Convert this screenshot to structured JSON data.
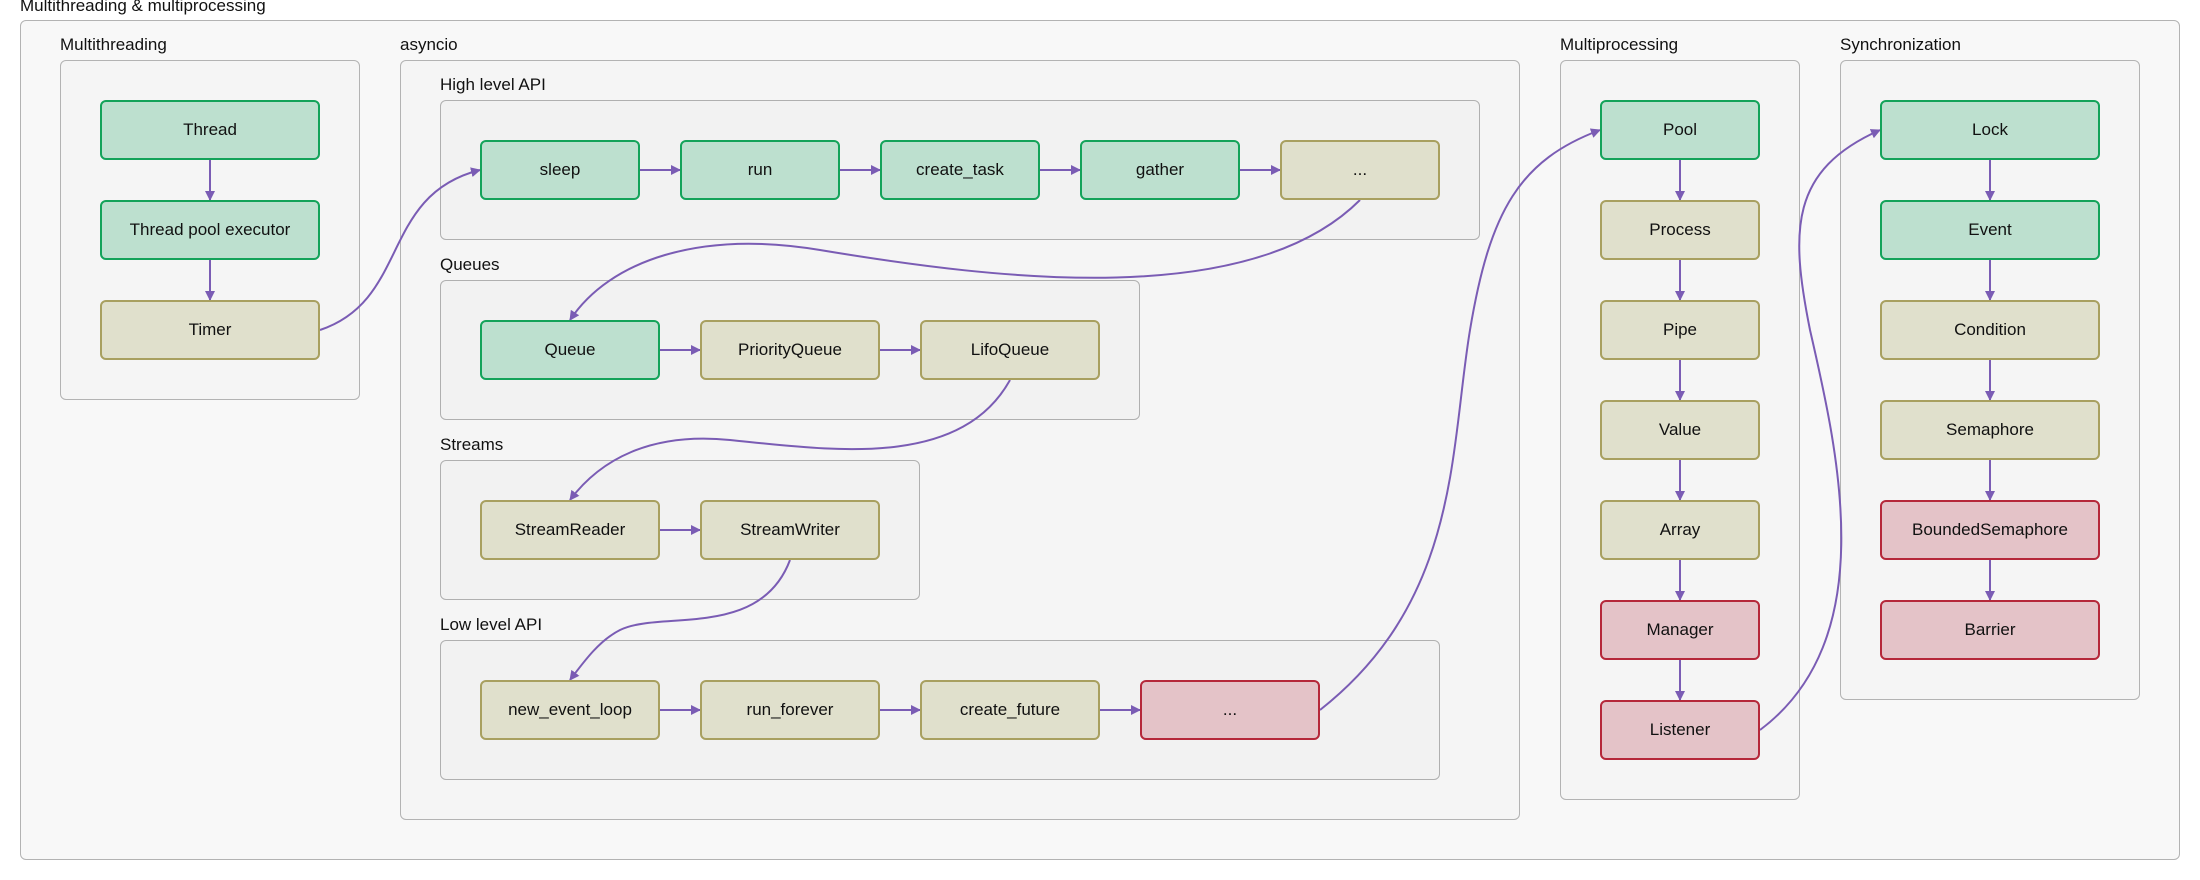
{
  "clusters": {
    "main": "Multithreading & multiprocessing",
    "multithreading": "Multithreading",
    "asyncio": "asyncio",
    "high_level": "High level API",
    "queues": "Queues",
    "streams": "Streams",
    "low_level": "Low level API",
    "multiprocessing": "Multiprocessing",
    "synchronization": "Synchronization"
  },
  "nodes": {
    "thread": "Thread",
    "thread_pool_executor": "Thread pool executor",
    "timer": "Timer",
    "sleep": "sleep",
    "run": "run",
    "create_task": "create_task",
    "gather": "gather",
    "high_more": "...",
    "queue": "Queue",
    "priority_queue": "PriorityQueue",
    "lifo_queue": "LifoQueue",
    "stream_reader": "StreamReader",
    "stream_writer": "StreamWriter",
    "new_event_loop": "new_event_loop",
    "run_forever": "run_forever",
    "create_future": "create_future",
    "low_more": "...",
    "pool": "Pool",
    "process": "Process",
    "pipe": "Pipe",
    "value": "Value",
    "array": "Array",
    "manager": "Manager",
    "listener": "Listener",
    "lock": "Lock",
    "event": "Event",
    "condition": "Condition",
    "semaphore": "Semaphore",
    "bounded_semaphore": "BoundedSemaphore",
    "barrier": "Barrier"
  },
  "colors": {
    "green_fill": "#bde0cf",
    "green_border": "#14a35a",
    "olive_fill": "#e0e0cc",
    "olive_border": "#a8a060",
    "red_fill": "#e4c3c8",
    "red_border": "#b5283a",
    "edge": "#7a5cb4"
  }
}
